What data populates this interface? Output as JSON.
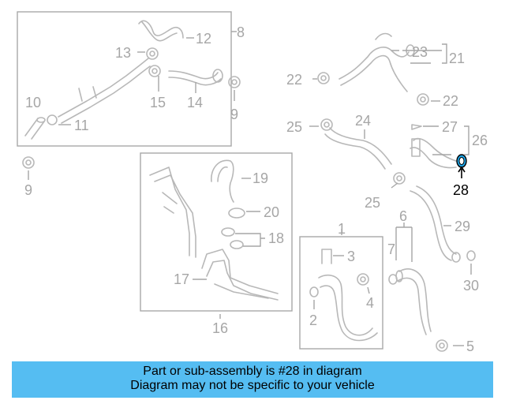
{
  "diagram": {
    "callouts": {
      "c1": "1",
      "c2": "2",
      "c3": "3",
      "c4": "4",
      "c5": "5",
      "c6": "6",
      "c7": "7",
      "c8": "8",
      "c9a": "9",
      "c9b": "9",
      "c10": "10",
      "c11": "11",
      "c12": "12",
      "c13": "13",
      "c14": "14",
      "c15": "15",
      "c16": "16",
      "c17": "17",
      "c18": "18",
      "c19": "19",
      "c20": "20",
      "c21": "21",
      "c22a": "22",
      "c22b": "22",
      "c23": "23",
      "c24": "24",
      "c25a": "25",
      "c25b": "25",
      "c26": "26",
      "c27": "27",
      "c28": "28",
      "c29": "29",
      "c30": "30"
    },
    "highlighted_part": "28",
    "colors": {
      "part_line": "#b8b8b8",
      "highlight": "#000000",
      "highlight_part_fill": "#1ca0e0",
      "banner": "#55bdf2"
    }
  },
  "footer": {
    "line1": "Part or sub-assembly is #28 in diagram",
    "line2": "Diagram may not be specific to your vehicle"
  }
}
